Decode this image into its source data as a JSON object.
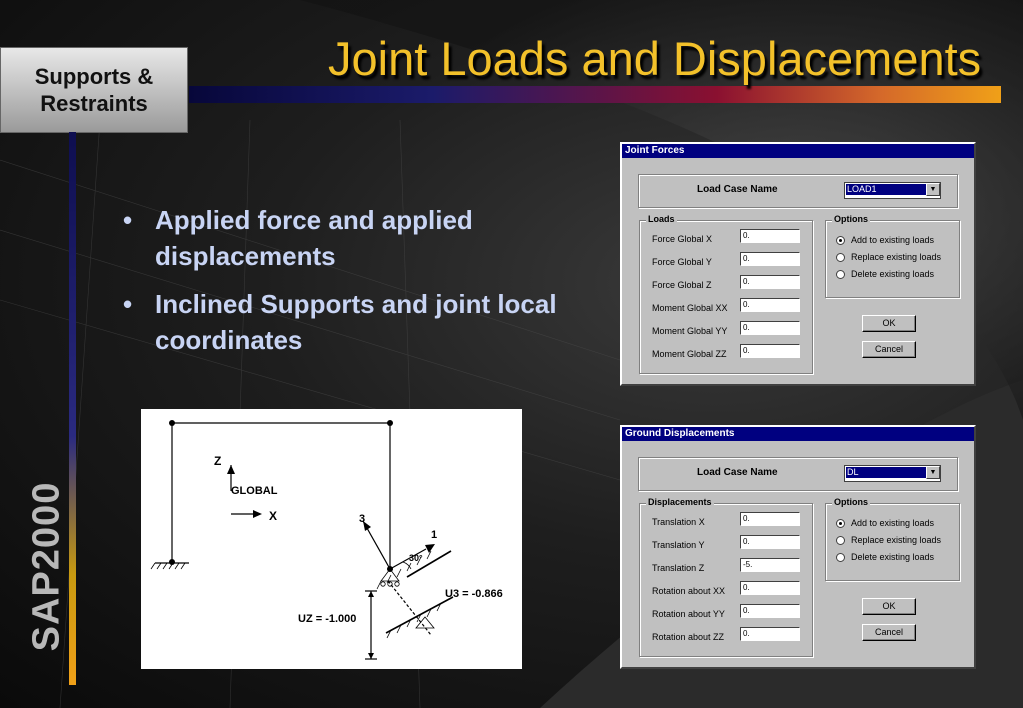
{
  "slide": {
    "title": "Joint Loads and Displacements",
    "section_tag_line1": "Supports &",
    "section_tag_line2": "Restraints",
    "side_label": "SAP2000",
    "bullets": [
      "Applied force and applied displacements",
      "Inclined Supports and joint local coordinates"
    ]
  },
  "diagram": {
    "axis_z": "Z",
    "axis_x": "X",
    "global_label": "GLOBAL",
    "local_3": "3",
    "local_1": "1",
    "angle": "30°",
    "u3": "U3 = -0.866",
    "uz": "UZ = -1.000"
  },
  "joint_forces": {
    "title": "Joint Forces",
    "load_case_label": "Load Case Name",
    "load_case_value": "LOAD1",
    "loads_group": "Loads",
    "fields": [
      {
        "label": "Force Global X",
        "value": "0."
      },
      {
        "label": "Force Global Y",
        "value": "0."
      },
      {
        "label": "Force Global Z",
        "value": "0."
      },
      {
        "label": "Moment Global XX",
        "value": "0."
      },
      {
        "label": "Moment Global YY",
        "value": "0."
      },
      {
        "label": "Moment Global ZZ",
        "value": "0."
      }
    ],
    "options_group": "Options",
    "options": [
      "Add to existing loads",
      "Replace existing loads",
      "Delete existing loads"
    ],
    "selected_option": "Add to existing loads",
    "ok": "OK",
    "cancel": "Cancel"
  },
  "ground_displacements": {
    "title": "Ground Displacements",
    "load_case_label": "Load Case Name",
    "load_case_value": "DL",
    "displacements_group": "Displacements",
    "fields": [
      {
        "label": "Translation X",
        "value": "0."
      },
      {
        "label": "Translation Y",
        "value": "0."
      },
      {
        "label": "Translation Z",
        "value": "-5."
      },
      {
        "label": "Rotation about XX",
        "value": "0."
      },
      {
        "label": "Rotation about YY",
        "value": "0."
      },
      {
        "label": "Rotation about ZZ",
        "value": "0."
      }
    ],
    "options_group": "Options",
    "options": [
      "Add to existing loads",
      "Replace existing loads",
      "Delete existing loads"
    ],
    "selected_option": "Add to existing loads",
    "ok": "OK",
    "cancel": "Cancel"
  }
}
